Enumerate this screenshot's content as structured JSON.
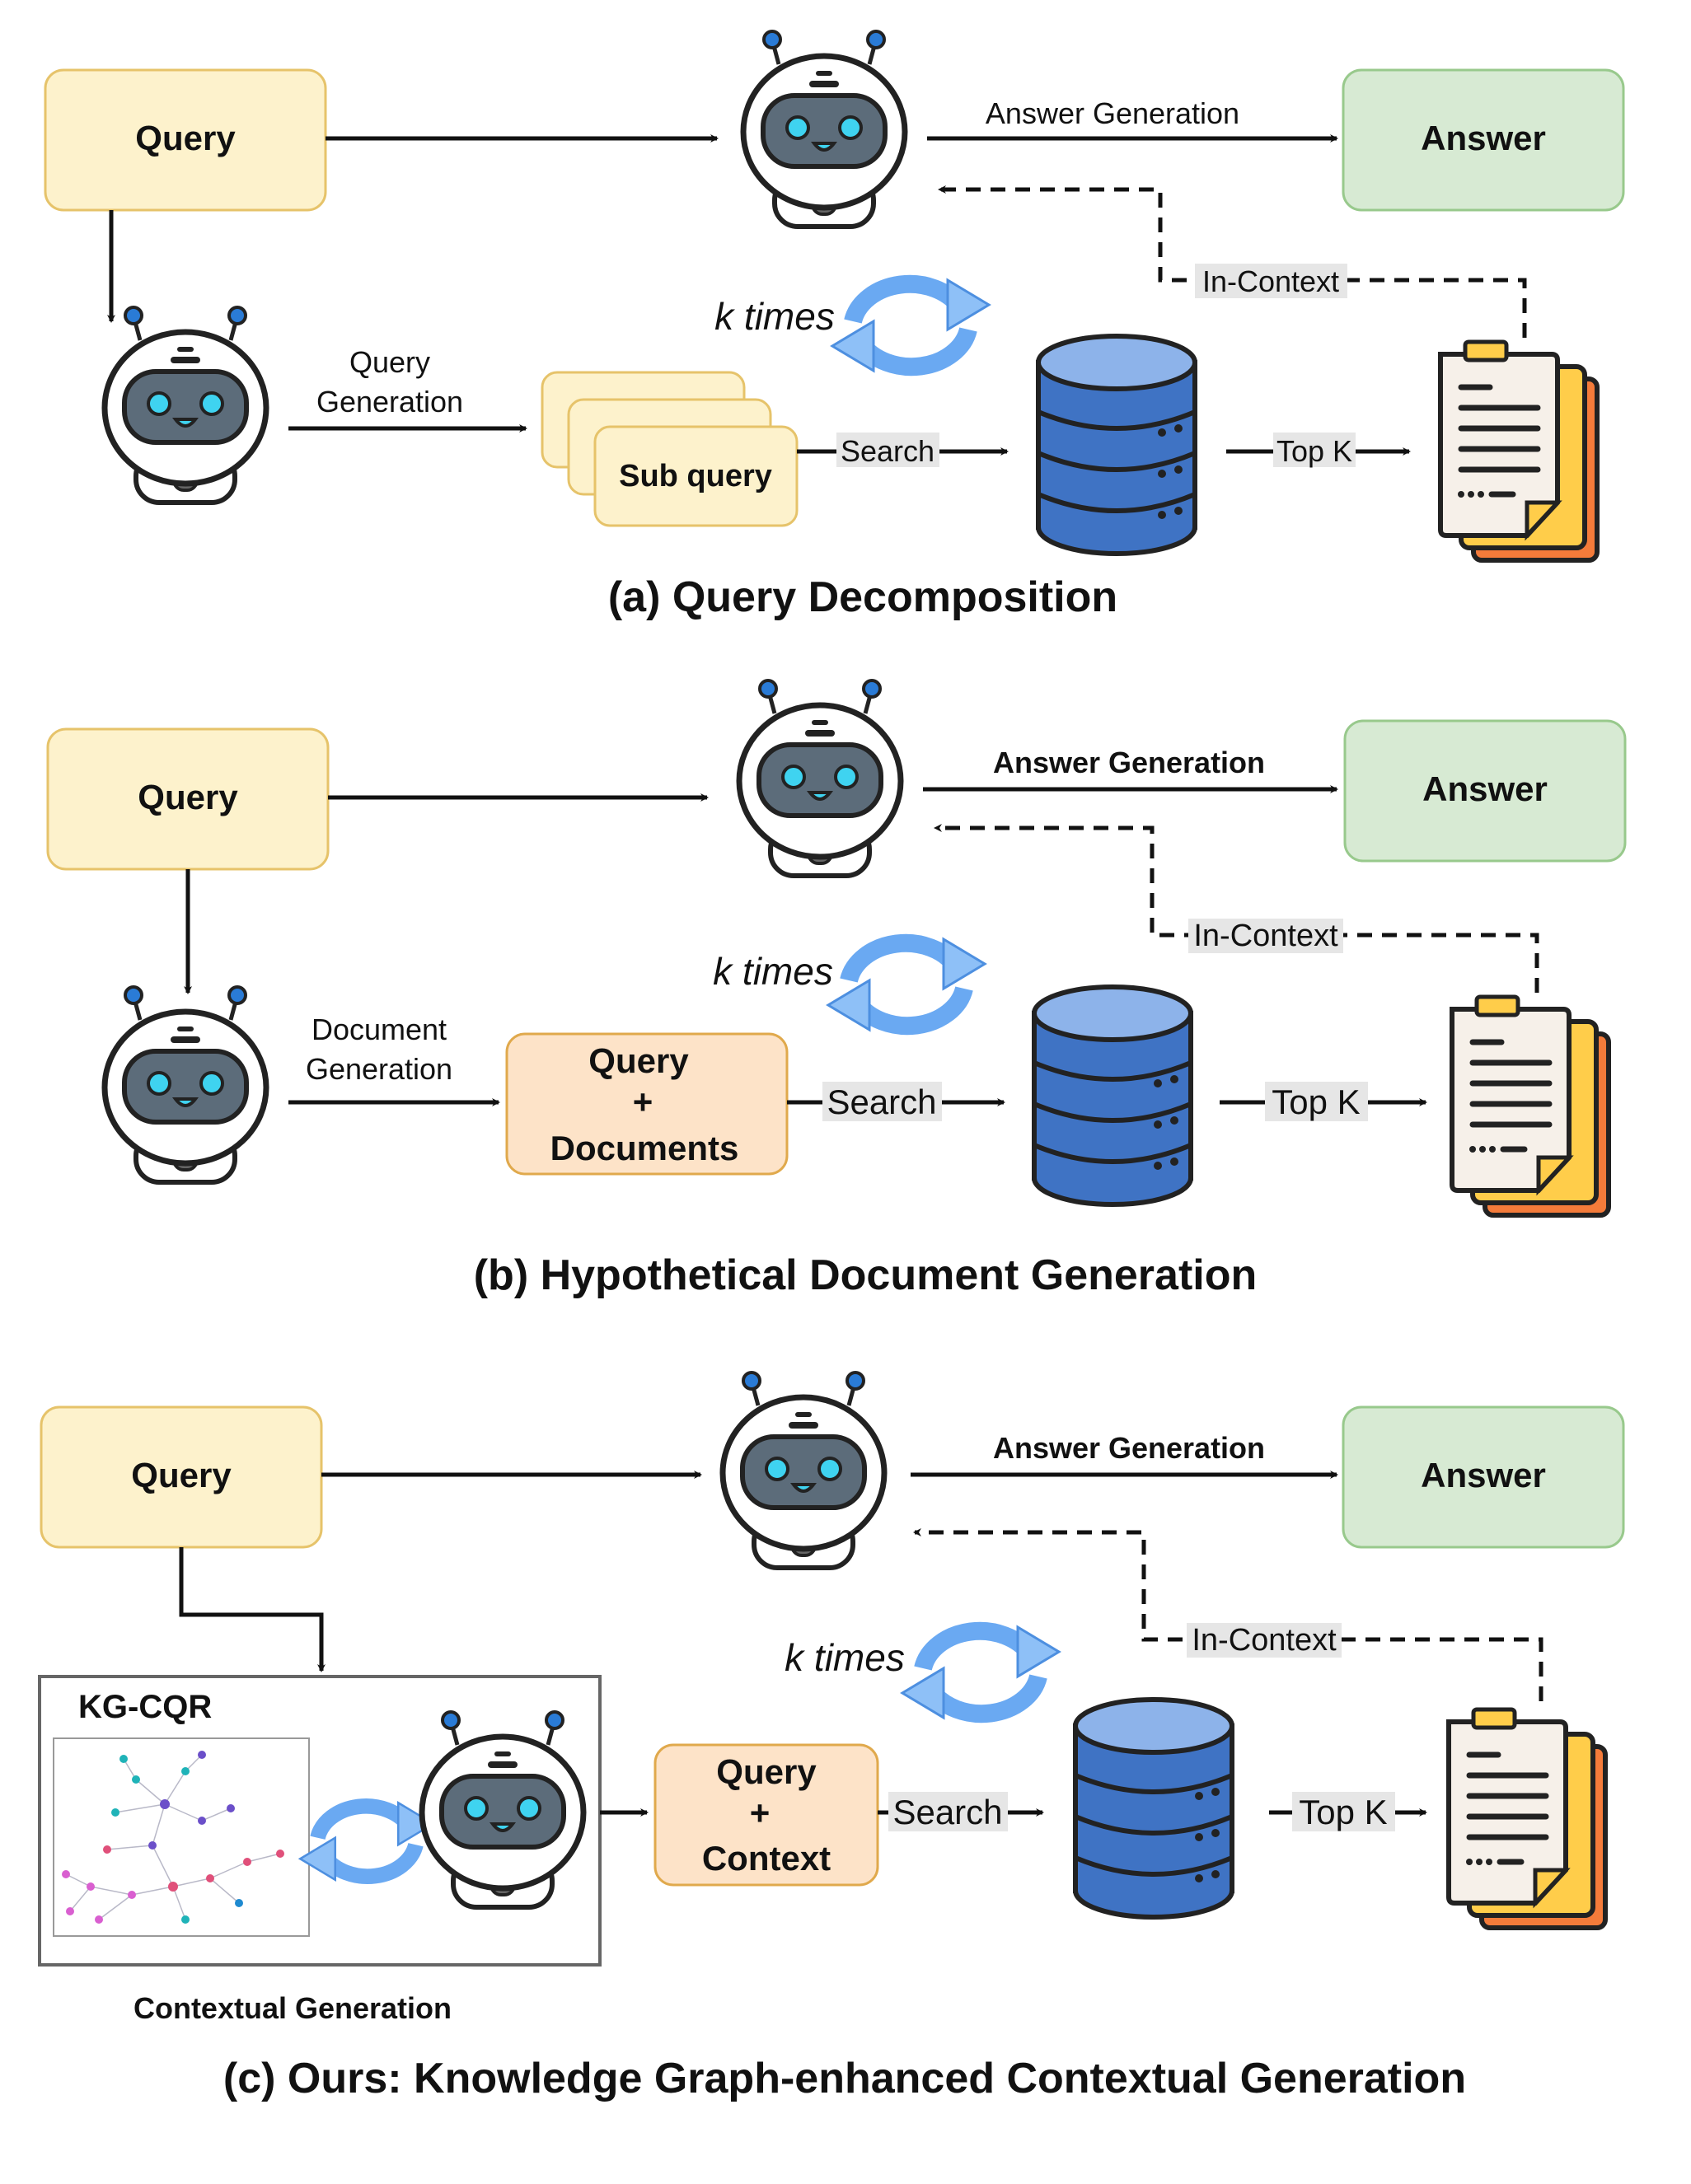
{
  "panel_a": {
    "query": "Query",
    "answer": "Answer",
    "answer_generation": "Answer Generation",
    "in_context": "In-Context",
    "k_times": "k times",
    "query_generation_1": "Query",
    "query_generation_2": "Generation",
    "sub_query": "Sub query",
    "search": "Search",
    "top_k": "Top K",
    "caption": "(a) Query Decomposition"
  },
  "panel_b": {
    "query": "Query",
    "answer": "Answer",
    "answer_generation": "Answer Generation",
    "in_context": "In-Context",
    "k_times": "k times",
    "document_generation_1": "Document",
    "document_generation_2": "Generation",
    "qd_line1": "Query",
    "qd_line2": "+",
    "qd_line3": "Documents",
    "search": "Search",
    "top_k": "Top K",
    "caption": "(b) Hypothetical Document Generation"
  },
  "panel_c": {
    "query": "Query",
    "answer": "Answer",
    "answer_generation": "Answer Generation",
    "in_context": "In-Context",
    "k_times": "k times",
    "kgcqr": "KG-CQR",
    "contextual_generation": "Contextual Generation",
    "qc_line1": "Query",
    "qc_line2": "+",
    "qc_line3": "Context",
    "search": "Search",
    "top_k": "Top K",
    "caption": "(c) Ours: Knowledge Graph-enhanced Contextual Generation"
  },
  "colors": {
    "query_fill": "#fdf2cc",
    "query_stroke": "#e6c36a",
    "answer_fill": "#d7ead3",
    "answer_stroke": "#98c98c",
    "qd_fill": "#fde3c8",
    "qd_stroke": "#e0a94c",
    "database": "#3f73c4",
    "cycle": "#6aa9f2"
  },
  "icons": [
    "robot-icon",
    "database-icon",
    "documents-icon",
    "cycle-arrows-icon",
    "knowledge-graph-image"
  ]
}
